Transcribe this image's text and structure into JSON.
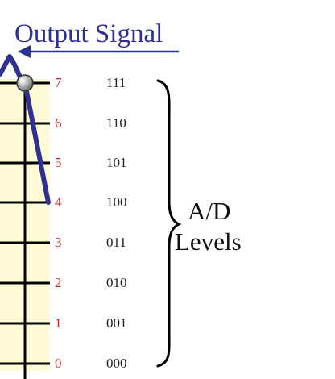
{
  "title": "Output Signal",
  "levels": [
    {
      "number": "7",
      "code": "111"
    },
    {
      "number": "6",
      "code": "110"
    },
    {
      "number": "5",
      "code": "101"
    },
    {
      "number": "4",
      "code": "100"
    },
    {
      "number": "3",
      "code": "011"
    },
    {
      "number": "2",
      "code": "010"
    },
    {
      "number": "1",
      "code": "001"
    },
    {
      "number": "0",
      "code": "000"
    }
  ],
  "bracket_label": {
    "line1": "A/D",
    "line2": "Levels"
  },
  "colors": {
    "signal": "#2e3192",
    "level_number": "#c1272d",
    "panel": "#fffbd6",
    "grid": "#000000"
  },
  "icons": {
    "sample_marker": "sample-point-circle",
    "bracket": "curly-brace-right"
  }
}
